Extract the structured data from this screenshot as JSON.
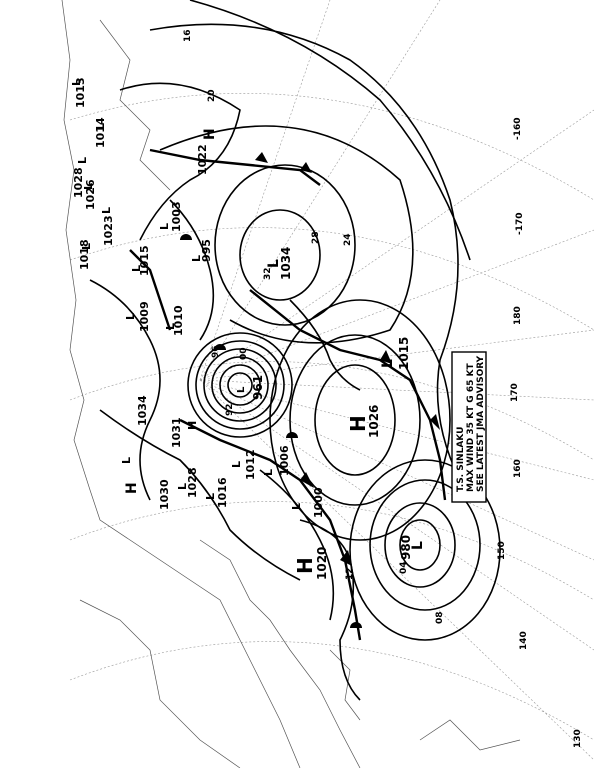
{
  "map": {
    "longitude_labels": [
      "130",
      "140",
      "150",
      "160",
      "170",
      "180",
      "-170",
      "-160"
    ],
    "pressure_centers": [
      {
        "type": "H",
        "value": "1026"
      },
      {
        "type": "H",
        "value": "1020"
      },
      {
        "type": "L",
        "value": "1034"
      },
      {
        "type": "L",
        "value": "1015"
      },
      {
        "type": "L",
        "value": "980"
      },
      {
        "type": "L",
        "value": "961"
      },
      {
        "type": "L",
        "value": "1000"
      },
      {
        "type": "L",
        "value": "1012"
      },
      {
        "type": "L",
        "value": "1006"
      },
      {
        "type": "L",
        "value": "995"
      },
      {
        "type": "L",
        "value": "1003"
      },
      {
        "type": "L",
        "value": "1009"
      },
      {
        "type": "H",
        "value": "1022"
      },
      {
        "type": "H",
        "value": "1031"
      },
      {
        "type": "L",
        "value": "1010"
      },
      {
        "type": "L",
        "value": "1016"
      },
      {
        "type": "H",
        "value": "1030"
      },
      {
        "type": "L",
        "value": "1028"
      },
      {
        "type": "L",
        "value": "1034"
      },
      {
        "type": "L",
        "value": "1015"
      },
      {
        "type": "L",
        "value": "1018"
      },
      {
        "type": "L",
        "value": "1023"
      },
      {
        "type": "L",
        "value": "1026"
      },
      {
        "type": "L",
        "value": "1028"
      },
      {
        "type": "L",
        "value": "1014"
      },
      {
        "type": "L",
        "value": "1013"
      }
    ],
    "isobar_labels": [
      "16",
      "20",
      "24",
      "28",
      "12",
      "08",
      "04",
      "00",
      "96",
      "92",
      "32"
    ],
    "advisory": {
      "line1": "T.S. SINLAKU",
      "line2": "MAX WIND 35 KT G 65 KT",
      "line3": "SEE LATEST JMA ADVISORY"
    }
  }
}
